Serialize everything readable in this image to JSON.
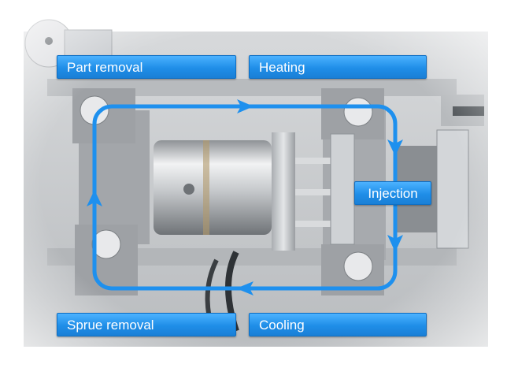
{
  "stages": {
    "part_removal": "Part removal",
    "heating": "Heating",
    "injection": "Injection",
    "sprue_removal": "Sprue removal",
    "cooling": "Cooling"
  },
  "colors": {
    "label_blue": "#1f8ee8",
    "arrow_blue": "#1e90ee",
    "machine_gray": "#c6c9cc"
  },
  "icons": [
    "cycle-arrow-right",
    "cycle-arrow-down",
    "cycle-arrow-left",
    "cycle-arrow-up"
  ]
}
